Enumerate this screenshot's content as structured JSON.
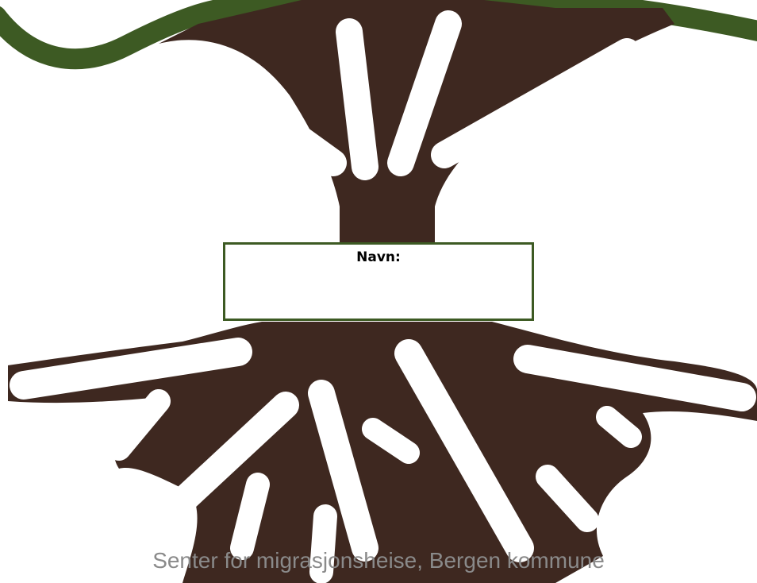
{
  "worksheet": {
    "name_label": "Navn:",
    "name_value": "",
    "footer": "Senter for migrasjonsheise, Bergen kommune"
  },
  "colors": {
    "trunk": "#3e2820",
    "canopy": "#3d5a23",
    "background": "#ffffff",
    "footer_text": "#8a8a8a"
  },
  "icons": {
    "tree": "tree-with-roots-illustration"
  }
}
